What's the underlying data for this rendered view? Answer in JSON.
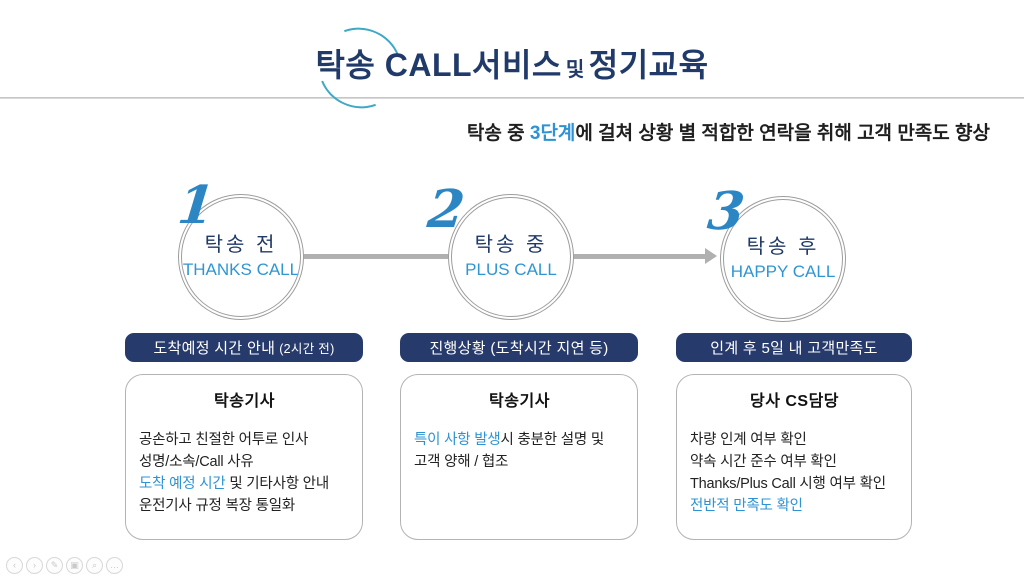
{
  "title": {
    "part1": "탁송 CALL서비스",
    "connector": "및",
    "part2": "정기교육"
  },
  "subtitle": {
    "pre": "탁송 중 ",
    "accent": "3단계",
    "post": "에 걸쳐 상황 별 적합한 연락을 취해 고객 만족도 향상"
  },
  "colors": {
    "title_navy": "#203A69",
    "accent_blue": "#2E93D4",
    "sketch_teal": "#3FA8C4",
    "bar_navy": "#273A6C",
    "connector_gray": "#b0b0b0"
  },
  "steps": [
    {
      "number": "1",
      "stage": "탁송 전",
      "call": "THANKS CALL",
      "header": {
        "main": "도착예정 시간 안내",
        "sub": "(2시간 전)"
      },
      "card": {
        "title": "탁송기사",
        "lines": [
          [
            {
              "t": "공손하고 친절한 어투로 인사"
            }
          ],
          [
            {
              "t": "성명/소속/Call 사유"
            }
          ],
          [
            {
              "t": "도착 예정 시간",
              "a": true
            },
            {
              "t": " 및 기타사항 안내"
            }
          ],
          [
            {
              "t": "운전기사 규정 복장 통일화"
            }
          ]
        ]
      }
    },
    {
      "number": "2",
      "stage": "탁송 중",
      "call": "PLUS CALL",
      "header": {
        "main": "진행상황 (도착시간 지연 등)",
        "sub": ""
      },
      "card": {
        "title": "탁송기사",
        "lines": [
          [
            {
              "t": "특이 사항 발생",
              "a": true
            },
            {
              "t": "시 충분한 설명 및"
            }
          ],
          [
            {
              "t": "고객 양해 / 협조"
            }
          ]
        ]
      }
    },
    {
      "number": "3",
      "stage": "탁송 후",
      "call": "HAPPY CALL",
      "header": {
        "main": "인계 후 5일 내 고객만족도",
        "sub": ""
      },
      "card": {
        "title": "당사 CS담당",
        "lines": [
          [
            {
              "t": "차량 인계 여부 확인"
            }
          ],
          [
            {
              "t": "약속 시간 준수 여부 확인"
            }
          ],
          [
            {
              "t": "Thanks/Plus Call 시행 여부 확인"
            }
          ],
          [
            {
              "t": "전반적 만족도 확인",
              "a": true
            }
          ]
        ]
      }
    }
  ],
  "toolbar": {
    "icons": [
      {
        "name": "previous-slide",
        "glyph": "‹"
      },
      {
        "name": "next-slide",
        "glyph": "›"
      },
      {
        "name": "pen",
        "glyph": "✎"
      },
      {
        "name": "all-slides",
        "glyph": "▣"
      },
      {
        "name": "zoom",
        "glyph": "⌕"
      },
      {
        "name": "more",
        "glyph": "…"
      }
    ]
  }
}
